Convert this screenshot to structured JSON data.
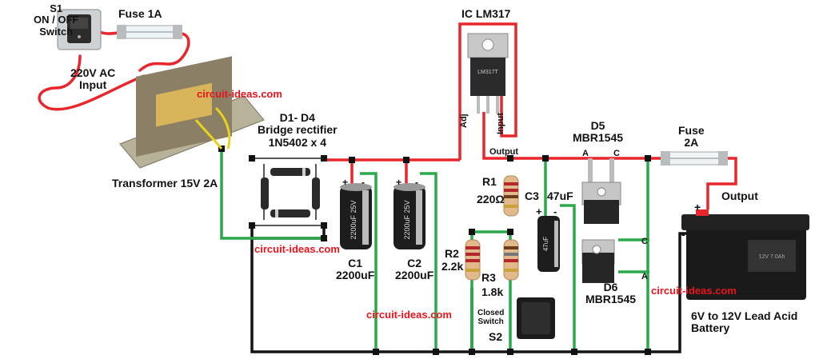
{
  "colors": {
    "positive": "#e8262b",
    "negative": "#141414",
    "tap": "#2aa84a",
    "watermark": "#e8141c"
  },
  "labels": {
    "s1_title": "S1",
    "s1_line1": "ON / OFF",
    "s1_line2": "Switch",
    "fuse1": "Fuse 1A",
    "ac_line1": "220V AC",
    "ac_line2": "Input",
    "transformer": "Transformer 15V 2A",
    "bridge_line1": "D1- D4",
    "bridge_line2": "Bridge rectifier",
    "bridge_line3": "1N5402 x 4",
    "ic": "IC LM317",
    "adj": "Adj",
    "input": "Input",
    "output_small": "Output",
    "r1_name": "R1",
    "r1_value": "220Ω",
    "c3_name": "C3",
    "c3_value": "47uF",
    "d5_name": "D5",
    "d5_part": "MBR1545",
    "anode": "A",
    "cathode": "C",
    "fuse2_line1": "Fuse",
    "fuse2_line2": "2A",
    "output": "Output",
    "c1_name": "C1",
    "c1_value": "2200uF",
    "c2_name": "C2",
    "c2_value": "2200uF",
    "r2_name": "R2",
    "r2_value": "2.2k",
    "r3_name": "R3",
    "r3_value": "1.8k",
    "closed_line1": "Closed",
    "closed_line2": "Switch",
    "s2": "S2",
    "d6_name": "D6",
    "d6_part": "MBR1545",
    "battery_line1": "6V to 12V Lead Acid",
    "battery_line2": "Battery",
    "plus": "+",
    "minus": "-",
    "cap_marking": "2200uF 25V",
    "c3_marking": "47uF",
    "ic_marking": "LM317T",
    "battery_marking": "12V 7.0Ah"
  },
  "watermarks": [
    "circuit-ideas.com",
    "circuit-ideas.com",
    "circuit-ideas.com",
    "circuit-ideas.com"
  ]
}
